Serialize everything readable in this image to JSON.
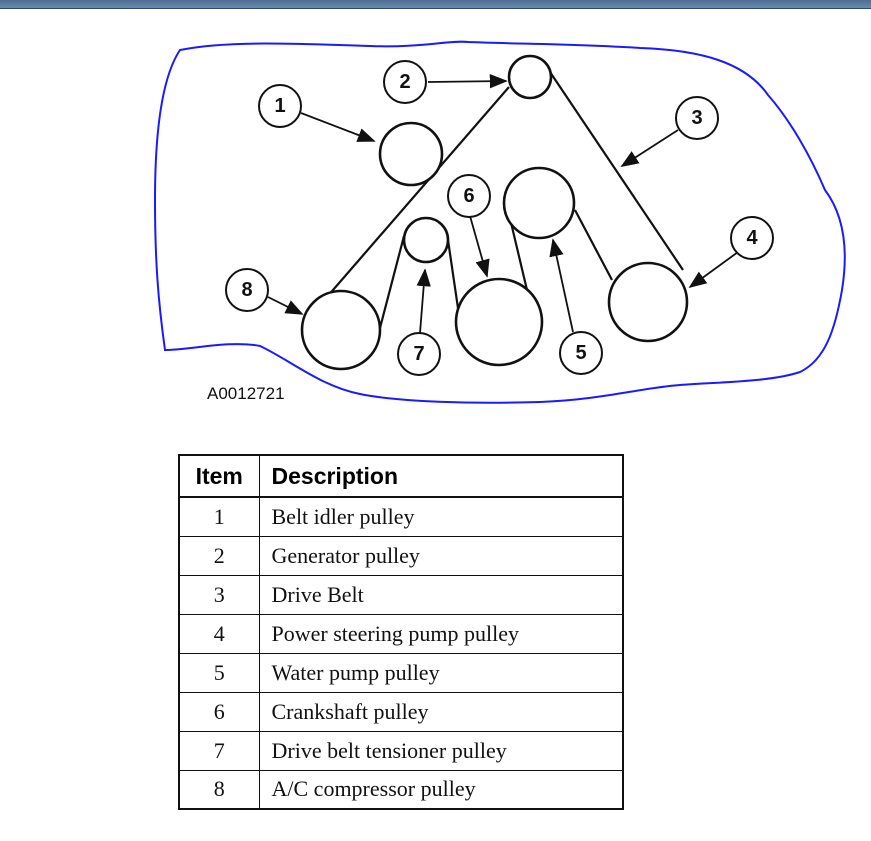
{
  "figure_id": "A0012721",
  "callouts": [
    "1",
    "2",
    "3",
    "4",
    "5",
    "6",
    "7",
    "8"
  ],
  "table": {
    "headers": {
      "item": "Item",
      "description": "Description"
    },
    "rows": [
      {
        "item": "1",
        "description": "Belt idler pulley"
      },
      {
        "item": "2",
        "description": "Generator pulley"
      },
      {
        "item": "3",
        "description": "Drive Belt"
      },
      {
        "item": "4",
        "description": "Power steering pump pulley"
      },
      {
        "item": "5",
        "description": "Water pump pulley"
      },
      {
        "item": "6",
        "description": "Crankshaft pulley"
      },
      {
        "item": "7",
        "description": "Drive belt tensioner pulley"
      },
      {
        "item": "8",
        "description": "A/C compressor pulley"
      }
    ]
  },
  "colors": {
    "annotation_outline": "#1a1aff",
    "window_bar": "#5a7ba0"
  }
}
